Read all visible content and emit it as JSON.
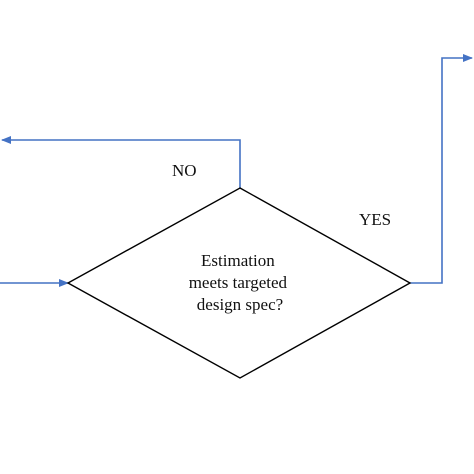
{
  "diagram": {
    "decision": {
      "text_lines": [
        "Estimation",
        "meets targeted",
        "design spec?"
      ]
    },
    "labels": {
      "no": "NO",
      "yes": "YES"
    },
    "colors": {
      "connector": "#4472C4",
      "shape_stroke": "#000000",
      "text": "#111111",
      "background": "#ffffff"
    }
  }
}
